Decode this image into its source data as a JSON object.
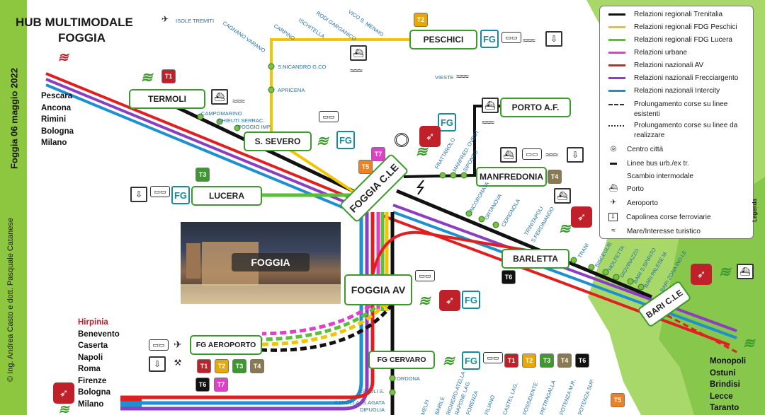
{
  "header": {
    "title_line1": "HUB MULTIMODALE",
    "title_line2": "FOGGIA",
    "side_credit": "© Ing. Andrea Casto e dott. Pasquale Catanese",
    "side_date": "Foggia 06 maggio 2022"
  },
  "stations": {
    "termoli": "TERMOLI",
    "s_severo": "S. SEVERO",
    "lucera": "LUCERA",
    "foggia_cle": "FOGGIA C.LE",
    "foggia_av": "FOGGIA AV",
    "fg_aeroporto": "FG AEROPORTO",
    "fg_cervaro": "FG CERVARO",
    "peschici": "PESCHICI",
    "porto_af": "PORTO A.F.",
    "manfredonia": "MANFREDONIA",
    "barletta": "BARLETTA",
    "bari_cle": "BARI C.LE"
  },
  "stops": {
    "isole_tremiti": "ISOLE TREMITI",
    "cagnano": "CAGNANO VARANO",
    "carpino": "CARPINO",
    "ischitella": "ISCHITELLA",
    "rodi": "RODI GARGANICO",
    "vico": "VICO S. MENAIO",
    "sannicandro": "S.NICANDRO G.CO",
    "apricena": "APRICENA",
    "vieste": "VIESTE",
    "campomarino": "CAMPOMARINO",
    "chieuti": "CHIEUTI SERRAC.",
    "poggio": "POGGIO IMP.",
    "frattarolo": "FRATTAROLO",
    "manfredonia_ovest": "MANFRED. OVEST",
    "siponto": "SIPONTO",
    "incoronata": "INCORONATA",
    "ortanova": "ORTANOVA",
    "cerignola": "CERIGNOLA",
    "trinitapoli": "TRINITAPOLI",
    "s_ferdinando": "S.FERDINANDO",
    "trani": "TRANI",
    "bisceglie": "BISCEGLIE",
    "molfetta": "MOLFETTA",
    "giovinazzo": "GIOVINAZZO",
    "bari_s_spirito": "BARI S.SPIRITO",
    "bari_palese": "BARI PALESE M.",
    "bari_zona_ind": "BARI ZONA IND.LE",
    "ordona": "ORDONA",
    "ascoli": "ASCOLI S.",
    "candela": "CANDELA- S.AGATA",
    "dipuglia": "DIPUGLIA",
    "melfi": "MELFI",
    "barile": "BARILE",
    "rionero": "RIONERO-ATELLA",
    "rapone": "RAPONE LAG.",
    "forenza": "FORENZA",
    "filiano": "FILIANO",
    "castel": "CASTEL LAG.",
    "possidente": "POSSIDENTE",
    "pietragalla": "PIETRAGALLA",
    "potenza_mr": "POTENZA M.R.",
    "potenza_sup": "POTENZA SUP."
  },
  "cities": {
    "north": [
      "Pescara",
      "Ancona",
      "Rimini",
      "Bologna",
      "Milano"
    ],
    "west_header": "Hirpinia",
    "west": [
      "Benevento",
      "Caserta",
      "Napoli",
      "Roma",
      "Firenze",
      "Bologna",
      "Milano"
    ],
    "south": [
      "Monopoli",
      "Ostuni",
      "Brindisi",
      "Lecce",
      "Taranto"
    ]
  },
  "photo": {
    "caption": "FOGGIA"
  },
  "badges": {
    "t1": "T1",
    "t2": "T2",
    "t3": "T3",
    "t4": "T4",
    "t5": "T5",
    "t6": "T6",
    "t7": "T7"
  },
  "legend": {
    "title": "Legenda",
    "items": [
      {
        "label": "Relazioni regionali Trenitalia",
        "color": "#111111"
      },
      {
        "label": "Relazioni regionali FDG Peschici",
        "color": "#f2c500"
      },
      {
        "label": "Relazioni regionali FDG Lucera",
        "color": "#5bbf3a"
      },
      {
        "label": "Relazioni urbane",
        "color": "#e040c8"
      },
      {
        "label": "Relazioni nazionali AV",
        "color": "#e02020"
      },
      {
        "label": "Relazioni nazionali Frecciargento",
        "color": "#8a3fc0"
      },
      {
        "label": "Relazioni nazionali Intercity",
        "color": "#1e90d0"
      }
    ],
    "dash1_line1": "Prolungamento corse su linee",
    "dash1_line2": "esistenti",
    "dash2_line1": "Prolungamento corse su linee da",
    "dash2_line2": "realizzare",
    "symbols": [
      {
        "icon": "city-center-icon",
        "label": "Centro città"
      },
      {
        "icon": "bus-icon",
        "label": "Linee bus urb./ex tr."
      },
      {
        "icon": "interchange-icon",
        "label": "Scambio intermodale"
      },
      {
        "icon": "port-icon",
        "label": "Porto"
      },
      {
        "icon": "airport-icon",
        "label": "Aeroporto"
      },
      {
        "icon": "terminus-icon",
        "label": "Capolinea corse ferroviarie"
      },
      {
        "icon": "sea-icon",
        "label": "Mare/Interesse turistico"
      }
    ]
  },
  "colors": {
    "trenitalia": "#111111",
    "fdg_peschici": "#f2c500",
    "fdg_lucera": "#5bbf3a",
    "urbane": "#e040c8",
    "av": "#e02020",
    "frecciargento": "#8a3fc0",
    "intercity": "#1e90d0",
    "station_border": "#3c9a2c",
    "trenitalia_red": "#c0202a",
    "ferrovie_gargano_teal": "#1a8a9b"
  }
}
